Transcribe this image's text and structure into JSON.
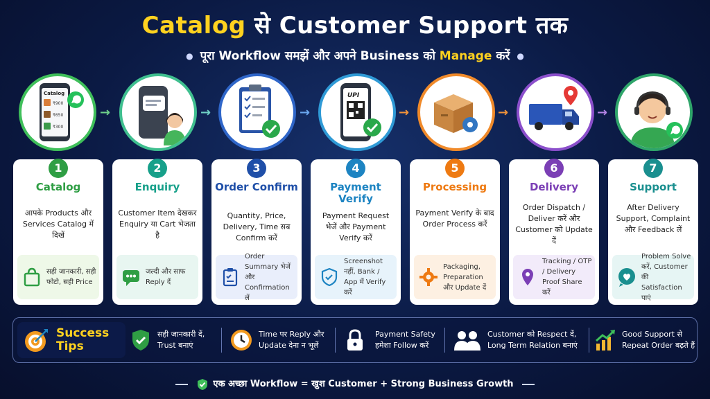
{
  "header": {
    "title_highlight": "Catalog",
    "title_rest": " से Customer Support तक",
    "subtitle_before": "पूरा Workflow समझें और अपने Business को ",
    "subtitle_highlight": "Manage",
    "subtitle_after": " करें"
  },
  "steps": [
    {
      "num": "1",
      "title": "Catalog",
      "desc": "आपके Products और Services Catalog में दिखें",
      "tip": "सही जानकारी, सही फोटो, सही Price",
      "color": "#2f9e44",
      "tip_bg": "#eef8e8",
      "icon": "phone-catalog-icon"
    },
    {
      "num": "2",
      "title": "Enquiry",
      "desc": "Customer Item देखकर Enquiry या Cart भेजता है",
      "tip": "जल्दी और साफ Reply दें",
      "color": "#17a08a",
      "tip_bg": "#e8f6f1",
      "icon": "chat-enquiry-icon"
    },
    {
      "num": "3",
      "title": "Order Confirm",
      "desc": "Quantity, Price, Delivery, Time सब Confirm करें",
      "tip": "Order Summary भेजें और Confirmation लें",
      "color": "#1f4fa8",
      "tip_bg": "#e9eefb",
      "icon": "clipboard-check-icon"
    },
    {
      "num": "4",
      "title": "Payment Verify",
      "desc": "Payment Request भेजें और Payment Verify करें",
      "tip": "Screenshot नहीं, Bank / App में Verify करें",
      "color": "#1d84c2",
      "tip_bg": "#e7f3fb",
      "icon": "upi-qr-icon"
    },
    {
      "num": "5",
      "title": "Processing",
      "desc": "Payment Verify के बाद Order Process करें",
      "tip": "Packaging, Preparation और Update दें",
      "color": "#ee7a12",
      "tip_bg": "#fdf0e2",
      "icon": "box-gear-icon"
    },
    {
      "num": "6",
      "title": "Delivery",
      "desc": "Order Dispatch / Deliver करें और Customer को Update दें",
      "tip": "Tracking / OTP / Delivery Proof Share करें",
      "color": "#7b3fb5",
      "tip_bg": "#f2ebfa",
      "icon": "delivery-truck-icon"
    },
    {
      "num": "7",
      "title": "Support",
      "desc": "After Delivery Support, Complaint और Feedback लें",
      "tip": "Problem Solve करें, Customer की Satisfaction पाएं",
      "color": "#1a8f8f",
      "tip_bg": "#e6f5f4",
      "icon": "support-agent-icon"
    }
  ],
  "catalog_phone": {
    "label": "Catalog",
    "prices": [
      "₹900",
      "₹650",
      "₹300"
    ]
  },
  "upi_label": "UPI",
  "success_tips": {
    "label_line1": "Success",
    "label_line2": "Tips",
    "items": [
      {
        "text_line1": "सही जानकारी दें,",
        "text_line2": "Trust बनाएं",
        "icon": "shield-check-icon"
      },
      {
        "text_line1": "Time पर Reply और",
        "text_line2": "Update देना न भूलें",
        "icon": "clock-icon"
      },
      {
        "text_line1": "Payment Safety",
        "text_line2": "हमेशा Follow करें",
        "icon": "lock-icon"
      },
      {
        "text_line1": "Customer को Respect दें,",
        "text_line2": "Long Term Relation बनाएं",
        "icon": "people-icon"
      },
      {
        "text_line1": "Good Support से",
        "text_line2": "Repeat Order बढ़ते हैं",
        "icon": "growth-chart-icon"
      }
    ]
  },
  "footer": {
    "text": "एक अच्छा Workflow = खुश Customer + Strong Business Growth"
  }
}
